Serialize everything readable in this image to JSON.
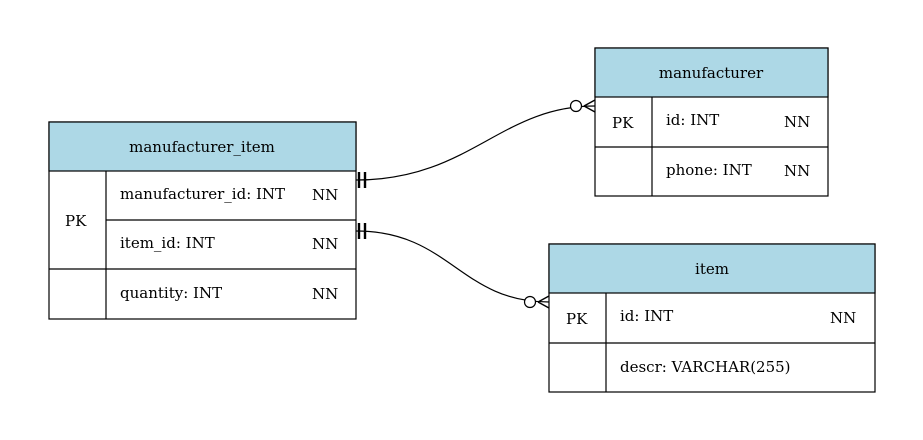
{
  "entities": {
    "manufacturer_item": {
      "title": "manufacturer_item",
      "pk_label": "PK",
      "rows": [
        {
          "field": "manufacturer_id: INT",
          "constraint": "NN"
        },
        {
          "field": "item_id: INT",
          "constraint": "NN"
        },
        {
          "field": "quantity: INT",
          "constraint": "NN"
        }
      ]
    },
    "manufacturer": {
      "title": "manufacturer",
      "pk_label": "PK",
      "rows": [
        {
          "field": "id: INT",
          "constraint": "NN"
        },
        {
          "field": "phone: INT",
          "constraint": "NN"
        }
      ]
    },
    "item": {
      "title": "item",
      "pk_label": "PK",
      "rows": [
        {
          "field": "id: INT",
          "constraint": "NN"
        },
        {
          "field": "descr: VARCHAR(255)",
          "constraint": ""
        }
      ]
    }
  },
  "relationships": [
    {
      "from": "manufacturer_item.manufacturer_id",
      "to": "manufacturer",
      "from_cardinality": "exactly-one",
      "to_cardinality": "zero-or-many"
    },
    {
      "from": "manufacturer_item.item_id",
      "to": "item",
      "from_cardinality": "exactly-one",
      "to_cardinality": "zero-or-many"
    }
  ],
  "colors": {
    "header_fill": "#add8e6",
    "line": "#000000"
  }
}
